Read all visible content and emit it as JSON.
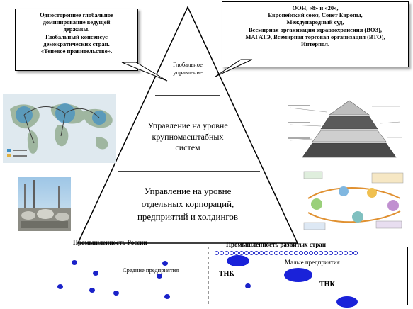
{
  "callout_left": {
    "lines": [
      "Одностороннее глобальное",
      "доминирование ведущей",
      "державы.",
      "Глобальный консенсус",
      "демократических стран.",
      "«Теневое правительство»."
    ]
  },
  "callout_right": {
    "lines": [
      "ООН, «8» и «20»,",
      "Европейский союз, Совет Европы,",
      "Международный суд,",
      "Всемирная организация здравоохранения (ВОЗ),",
      "МАГАТЭ, Всемирная торговая организация (ВТО),",
      "Интерпол."
    ]
  },
  "pyramid": {
    "tiers": [
      {
        "lines": [
          "Глобальное",
          "управление"
        ]
      },
      {
        "lines": [
          "Управление на уровне",
          "крупномасштабных",
          "систем"
        ]
      },
      {
        "lines": [
          "Управление на уровне",
          "отдельных корпораций,",
          "предприятий и холдингов"
        ]
      }
    ]
  },
  "bottom": {
    "russia_title": "Промышленность России",
    "developed_title": "Промышленность развитых стран",
    "medium_label": "Средние предприятия",
    "small_label": "Малые предприятия",
    "tnk_label_1": "ТНК",
    "tnk_label_2": "ТНК"
  },
  "colors": {
    "enterprise_blue": "#1a22c9",
    "pyramid_line": "#000000"
  }
}
